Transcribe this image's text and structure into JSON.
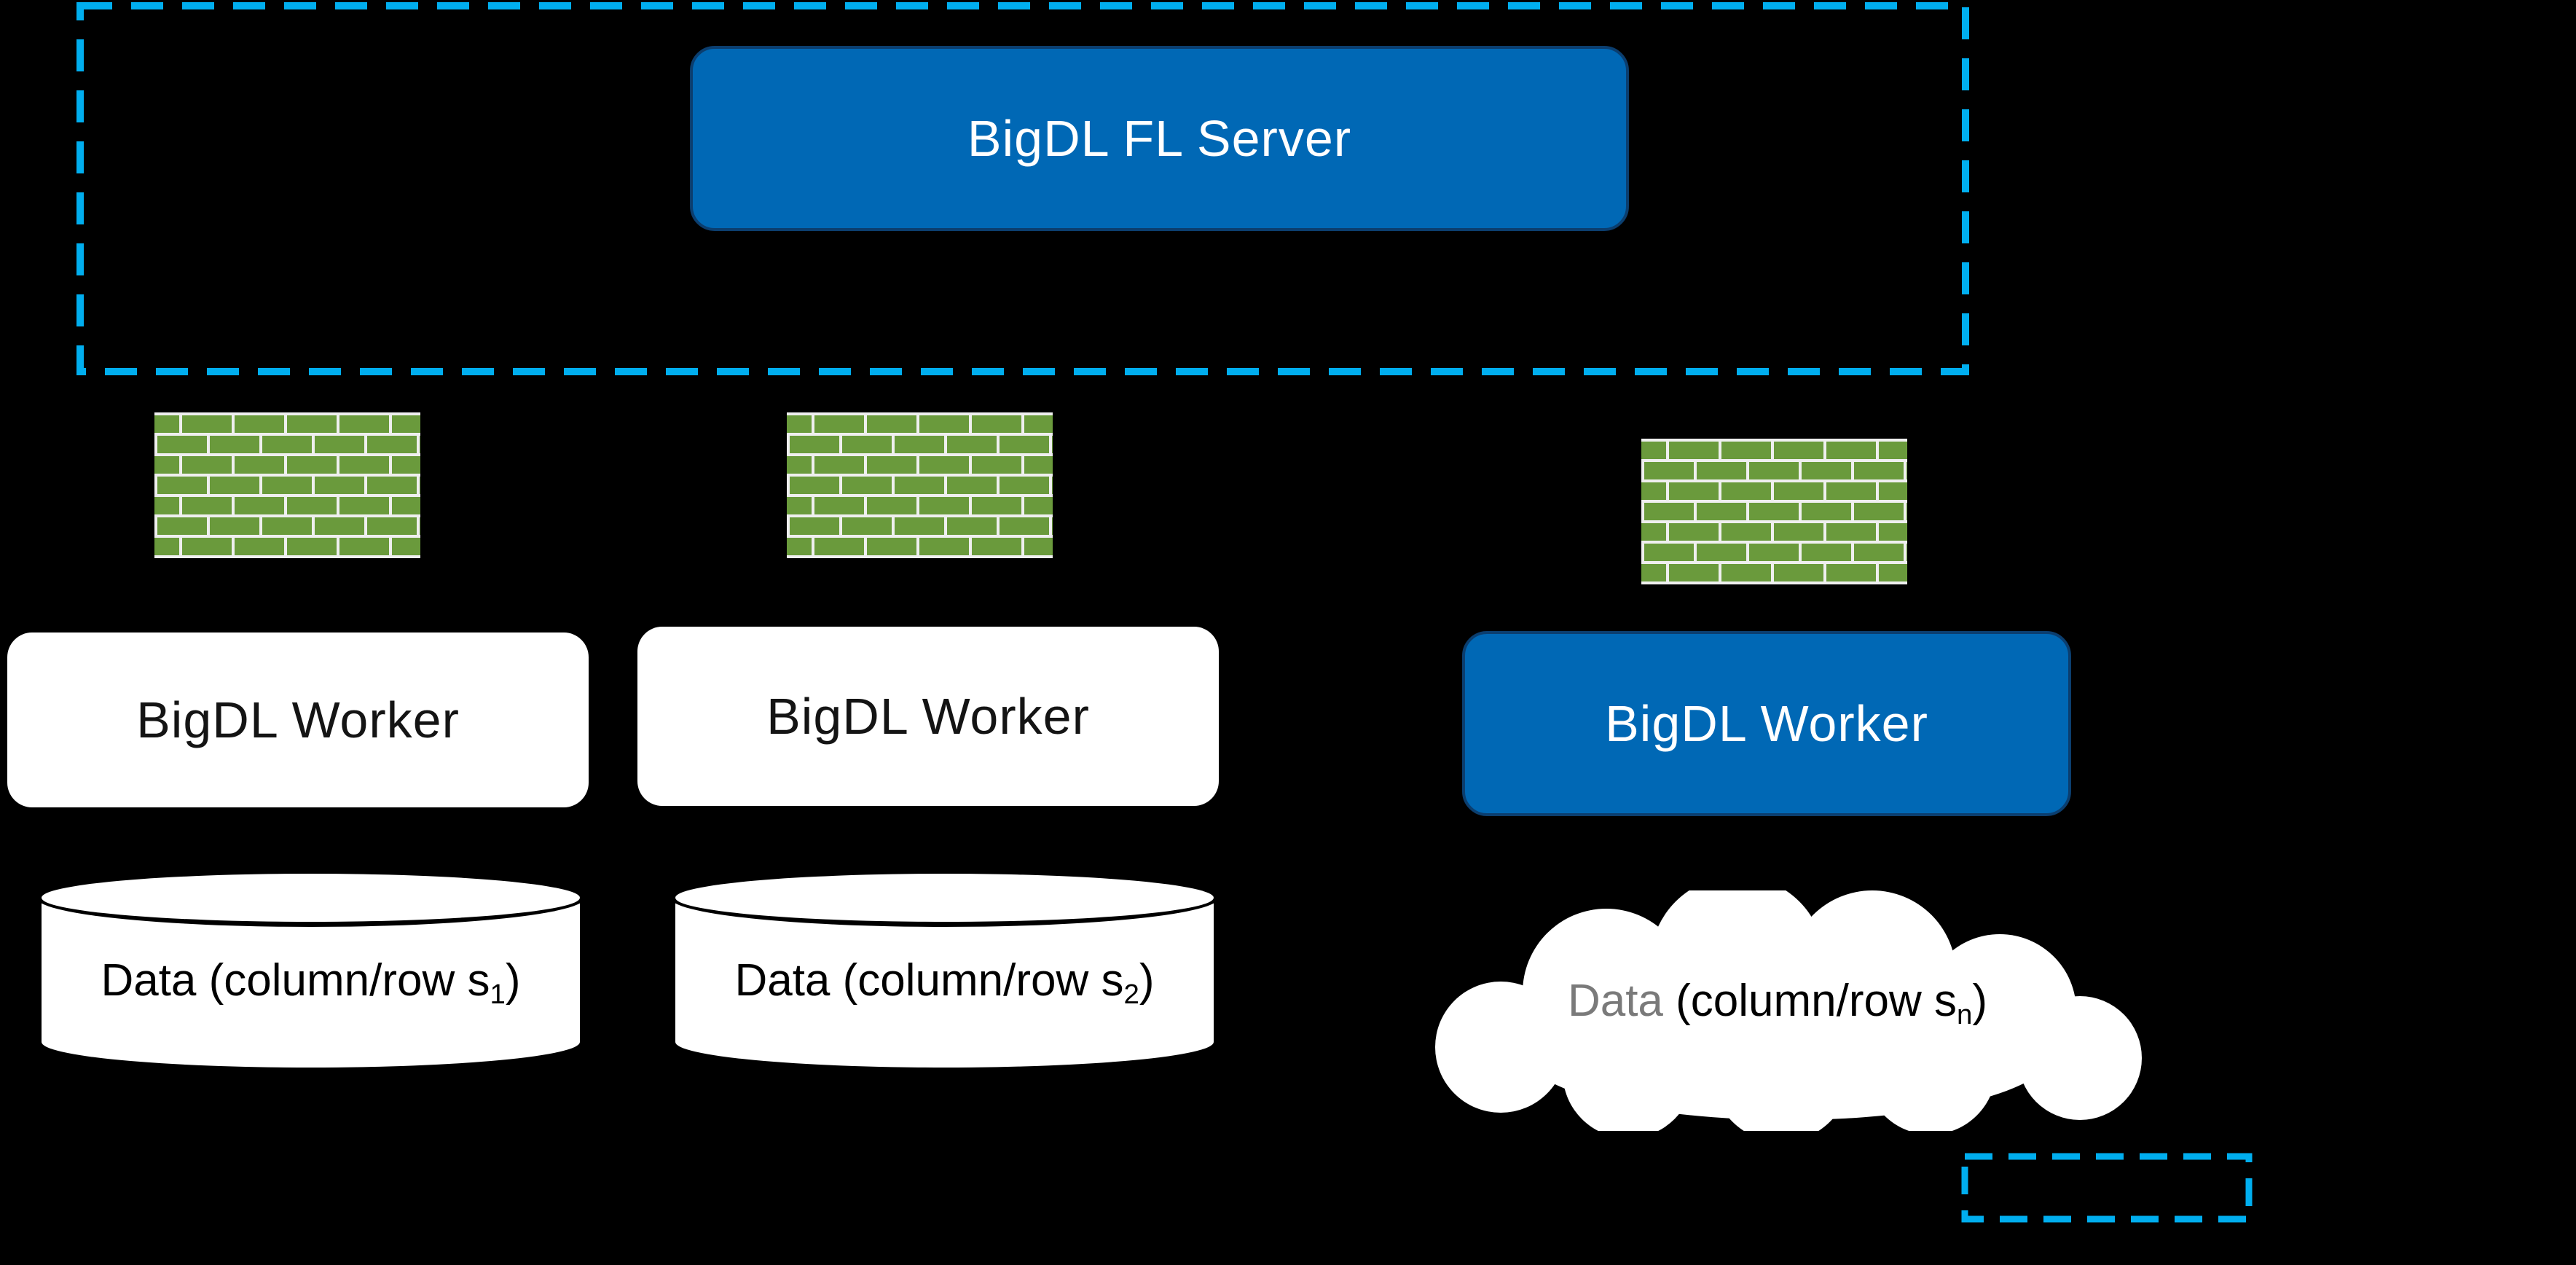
{
  "colors": {
    "background": "#000000",
    "node_blue": "#0068B5",
    "dashed_cyan": "#00AEEF",
    "brick_green": "#6A9A3C",
    "mortar": "#EFEFEF",
    "text_dark": "#141414",
    "text_light": "#FFFFFF",
    "cloud_data_gray": "#7A7A7A"
  },
  "server": {
    "label": "BigDL FL Server"
  },
  "workers": [
    {
      "label": "BigDL Worker",
      "style": "white"
    },
    {
      "label": "BigDL Worker",
      "style": "white"
    },
    {
      "label": "BigDL Worker",
      "style": "blue"
    }
  ],
  "icons": [
    {
      "name": "firewall-icon"
    },
    {
      "name": "firewall-icon"
    },
    {
      "name": "firewall-icon"
    }
  ],
  "datastores": [
    {
      "shape": "cylinder",
      "label_prefix": "Data (column/row s",
      "subscript": "1",
      "label_suffix": ")"
    },
    {
      "shape": "cylinder",
      "label_prefix": "Data (column/row s",
      "subscript": "2",
      "label_suffix": ")"
    },
    {
      "shape": "cloud",
      "label_word": "Data",
      "label_prefix": " (column/row s",
      "subscript": "n",
      "label_suffix": ")"
    }
  ]
}
